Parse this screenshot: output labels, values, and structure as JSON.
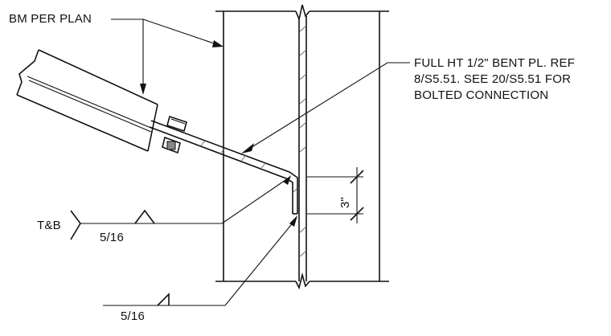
{
  "annotations": {
    "beam_note": "BM PER PLAN",
    "plate_note": [
      "FULL HT 1/2\" BENT PL.  REF",
      "8/S5.51.  SEE 20/S5.51 FOR",
      "BOLTED CONNECTION"
    ],
    "weld_all_around_note": "T&B",
    "weld_size_top": "5/16",
    "weld_size_bottom": "5/16",
    "dimension": "3\""
  }
}
